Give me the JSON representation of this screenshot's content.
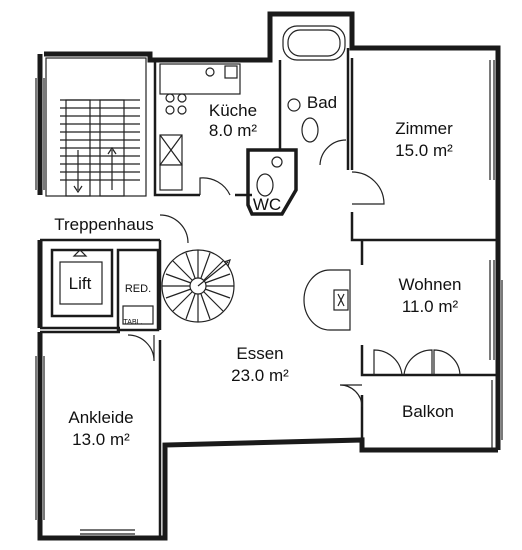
{
  "rooms": {
    "kueche": {
      "name": "Küche",
      "area": "8.0 m²"
    },
    "bad": {
      "name": "Bad"
    },
    "zimmer": {
      "name": "Zimmer",
      "area": "15.0 m²"
    },
    "wc": {
      "name": "WC"
    },
    "treppenhaus": {
      "name": "Treppenhaus"
    },
    "lift": {
      "name": "Lift"
    },
    "red": {
      "name": "RED."
    },
    "tabl": {
      "name": "TABL."
    },
    "wohnen": {
      "name": "Wohnen",
      "area": "11.0 m²"
    },
    "essen": {
      "name": "Essen",
      "area": "23.0 m²"
    },
    "ankleide": {
      "name": "Ankleide",
      "area": "13.0 m²"
    },
    "balkon": {
      "name": "Balkon"
    }
  }
}
